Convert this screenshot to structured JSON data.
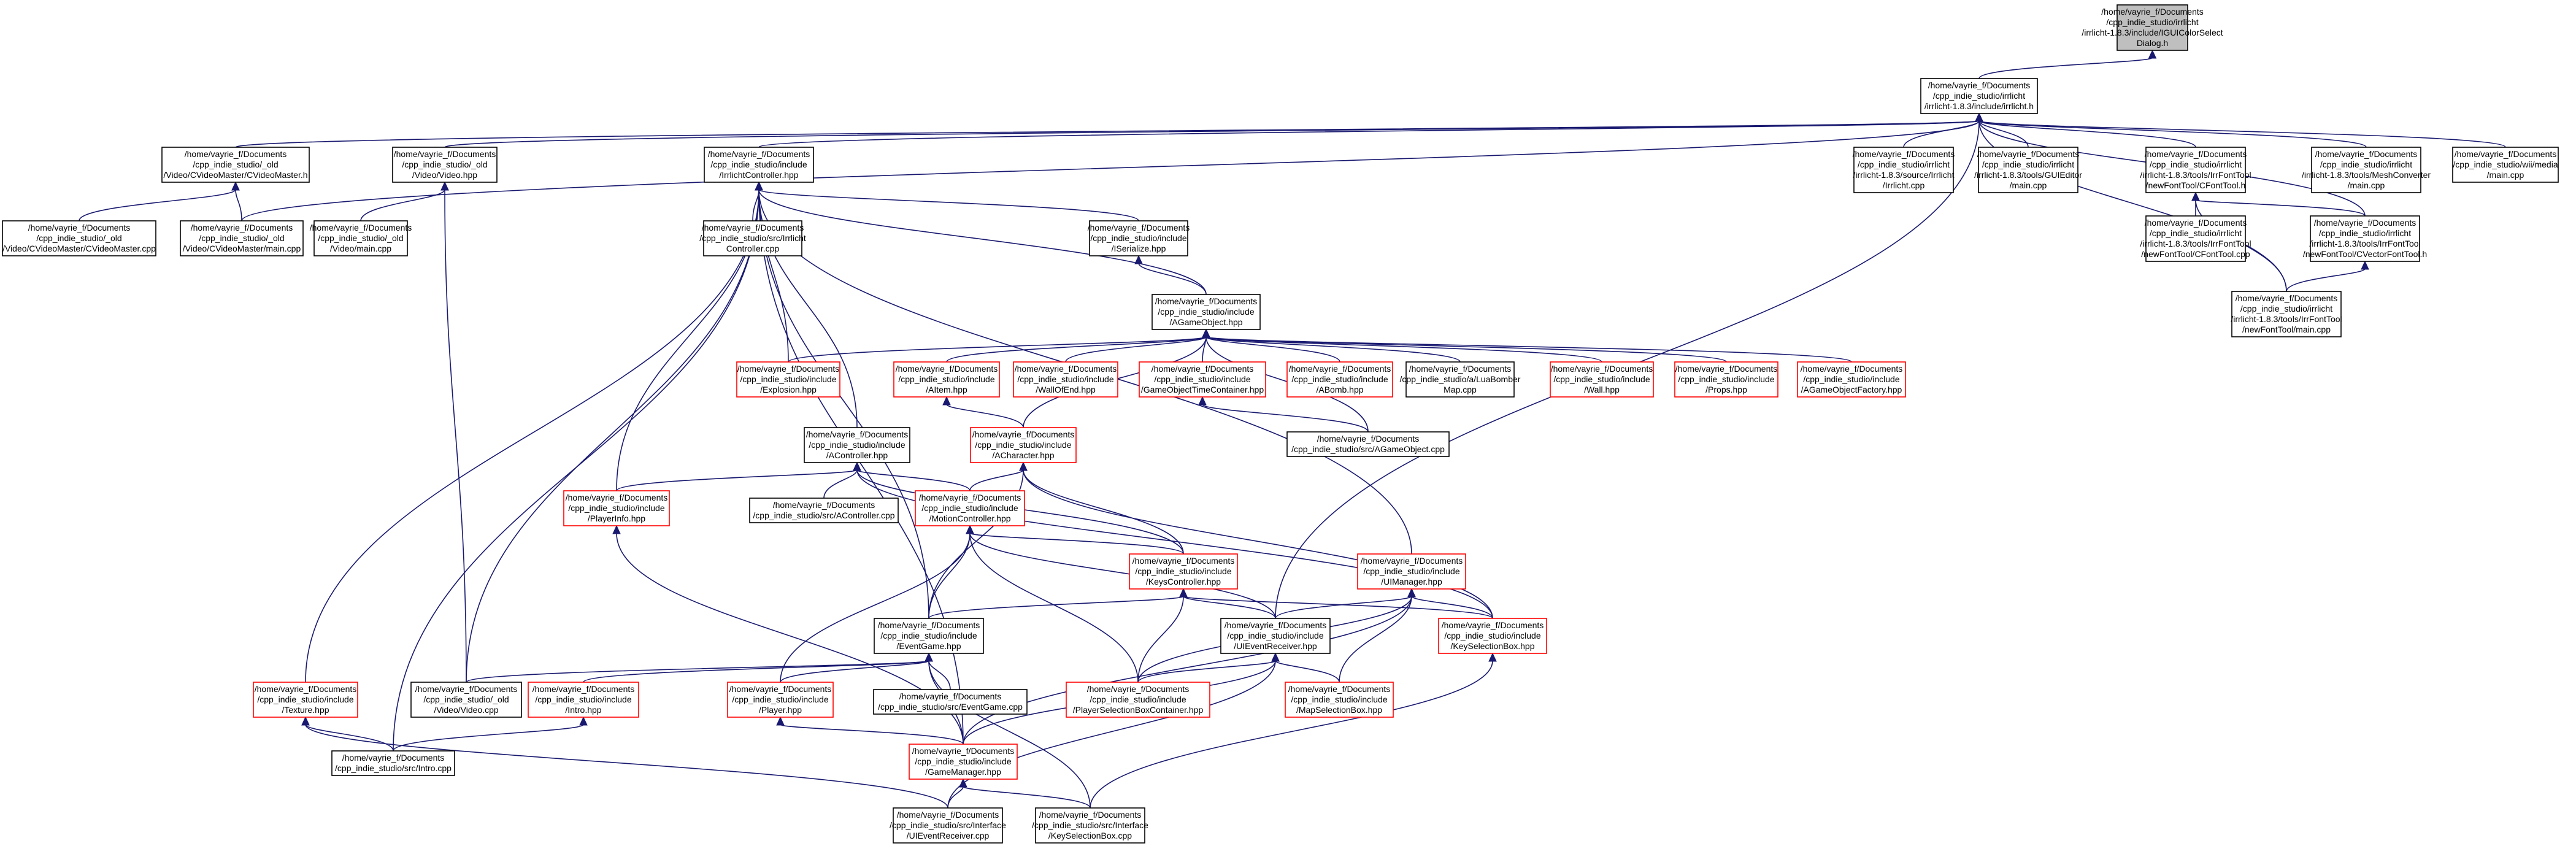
{
  "colors": {
    "edge": "#191970",
    "root_fill": "#bfbfbf",
    "node_fill": "#ffffff",
    "border_documented": "#000000",
    "border_undocumented": "#ff0000"
  },
  "nodes": [
    {
      "id": "gui_color_select",
      "lines": [
        "/home/vayrie_f/Documents",
        "/cpp_indie_studio/irrlicht",
        "/irrlicht-1.8.3/include/IGUIColorSelect",
        "Dialog.h"
      ],
      "style": "root"
    },
    {
      "id": "irrlicht_h",
      "lines": [
        "/home/vayrie_f/Documents",
        "/cpp_indie_studio/irrlicht",
        "/irrlicht-1.8.3/include/irrlicht.h"
      ],
      "style": "black"
    },
    {
      "id": "cvideomaster_h",
      "lines": [
        "/home/vayrie_f/Documents",
        "/cpp_indie_studio/_old",
        "/Video/CVideoMaster/CVideoMaster.h"
      ],
      "style": "black"
    },
    {
      "id": "video_hpp",
      "lines": [
        "/home/vayrie_f/Documents",
        "/cpp_indie_studio/_old",
        "/Video/Video.hpp"
      ],
      "style": "black"
    },
    {
      "id": "irrlichtcontroller_hpp",
      "lines": [
        "/home/vayrie_f/Documents",
        "/cpp_indie_studio/include",
        "/IrrlichtController.hpp"
      ],
      "style": "black"
    },
    {
      "id": "irrlicht_cpp",
      "lines": [
        "/home/vayrie_f/Documents",
        "/cpp_indie_studio/irrlicht",
        "/irrlicht-1.8.3/source/Irrlicht",
        "/Irrlicht.cpp"
      ],
      "style": "black"
    },
    {
      "id": "guieditor_main",
      "lines": [
        "/home/vayrie_f/Documents",
        "/cpp_indie_studio/irrlicht",
        "/irrlicht-1.8.3/tools/GUIEditor",
        "/main.cpp"
      ],
      "style": "black"
    },
    {
      "id": "cfonttool_h",
      "lines": [
        "/home/vayrie_f/Documents",
        "/cpp_indie_studio/irrlicht",
        "/irrlicht-1.8.3/tools/IrrFontTool",
        "/newFontTool/CFontTool.h"
      ],
      "style": "black"
    },
    {
      "id": "meshconverter_main",
      "lines": [
        "/home/vayrie_f/Documents",
        "/cpp_indie_studio/irrlicht",
        "/irrlicht-1.8.3/tools/MeshConverter",
        "/main.cpp"
      ],
      "style": "black"
    },
    {
      "id": "wiimedia_main",
      "lines": [
        "/home/vayrie_f/Documents",
        "/cpp_indie_studio/wii/media",
        "/main.cpp"
      ],
      "style": "black"
    },
    {
      "id": "cvideomaster_cpp",
      "lines": [
        "/home/vayrie_f/Documents",
        "/cpp_indie_studio/_old",
        "/Video/CVideoMaster/CVideoMaster.cpp"
      ],
      "style": "black"
    },
    {
      "id": "cvideomaster_main",
      "lines": [
        "/home/vayrie_f/Documents",
        "/cpp_indie_studio/_old",
        "/Video/CVideoMaster/main.cpp"
      ],
      "style": "black"
    },
    {
      "id": "video_main",
      "lines": [
        "/home/vayrie_f/Documents",
        "/cpp_indie_studio/_old",
        "/Video/main.cpp"
      ],
      "style": "black"
    },
    {
      "id": "irrlichtcontroller_cpp",
      "lines": [
        "/home/vayrie_f/Documents",
        "/cpp_indie_studio/src/Irrlicht",
        "Controller.cpp"
      ],
      "style": "black"
    },
    {
      "id": "iserialize_hpp",
      "lines": [
        "/home/vayrie_f/Documents",
        "/cpp_indie_studio/include",
        "/ISerialize.hpp"
      ],
      "style": "black"
    },
    {
      "id": "cfonttool_cpp",
      "lines": [
        "/home/vayrie_f/Documents",
        "/cpp_indie_studio/irrlicht",
        "/irrlicht-1.8.3/tools/IrrFontTool",
        "/newFontTool/CFontTool.cpp"
      ],
      "style": "black"
    },
    {
      "id": "cvectorfonttool_h",
      "lines": [
        "/home/vayrie_f/Documents",
        "/cpp_indie_studio/irrlicht",
        "/irrlicht-1.8.3/tools/IrrFontTool",
        "/newFontTool/CVectorFontTool.h"
      ],
      "style": "black"
    },
    {
      "id": "agameobject_hpp",
      "lines": [
        "/home/vayrie_f/Documents",
        "/cpp_indie_studio/include",
        "/AGameObject.hpp"
      ],
      "style": "black"
    },
    {
      "id": "newfonttool_main",
      "lines": [
        "/home/vayrie_f/Documents",
        "/cpp_indie_studio/irrlicht",
        "/irrlicht-1.8.3/tools/IrrFontTool",
        "/newFontTool/main.cpp"
      ],
      "style": "black"
    },
    {
      "id": "explosion_hpp",
      "lines": [
        "/home/vayrie_f/Documents",
        "/cpp_indie_studio/include",
        "/Explosion.hpp"
      ],
      "style": "red"
    },
    {
      "id": "aitem_hpp",
      "lines": [
        "/home/vayrie_f/Documents",
        "/cpp_indie_studio/include",
        "/AItem.hpp"
      ],
      "style": "red"
    },
    {
      "id": "wallofend_hpp",
      "lines": [
        "/home/vayrie_f/Documents",
        "/cpp_indie_studio/include",
        "/WallOfEnd.hpp"
      ],
      "style": "red"
    },
    {
      "id": "gameobjecttimecontainer_hpp",
      "lines": [
        "/home/vayrie_f/Documents",
        "/cpp_indie_studio/include",
        "/GameObjectTimeContainer.hpp"
      ],
      "style": "red"
    },
    {
      "id": "abomb_hpp",
      "lines": [
        "/home/vayrie_f/Documents",
        "/cpp_indie_studio/include",
        "/ABomb.hpp"
      ],
      "style": "red"
    },
    {
      "id": "luabombermap_cpp",
      "lines": [
        "/home/vayrie_f/Documents",
        "/cpp_indie_studio/a/LuaBomber",
        "Map.cpp"
      ],
      "style": "black"
    },
    {
      "id": "wall_hpp",
      "lines": [
        "/home/vayrie_f/Documents",
        "/cpp_indie_studio/include",
        "/Wall.hpp"
      ],
      "style": "red"
    },
    {
      "id": "props_hpp",
      "lines": [
        "/home/vayrie_f/Documents",
        "/cpp_indie_studio/include",
        "/Props.hpp"
      ],
      "style": "red"
    },
    {
      "id": "agameobjectfactory_hpp",
      "lines": [
        "/home/vayrie_f/Documents",
        "/cpp_indie_studio/include",
        "/AGameObjectFactory.hpp"
      ],
      "style": "red"
    },
    {
      "id": "acontroller_hpp",
      "lines": [
        "/home/vayrie_f/Documents",
        "/cpp_indie_studio/include",
        "/AController.hpp"
      ],
      "style": "black"
    },
    {
      "id": "acharacter_hpp",
      "lines": [
        "/home/vayrie_f/Documents",
        "/cpp_indie_studio/include",
        "/ACharacter.hpp"
      ],
      "style": "red"
    },
    {
      "id": "agameobject_cpp",
      "lines": [
        "/home/vayrie_f/Documents",
        "/cpp_indie_studio/src/AGameObject.cpp"
      ],
      "style": "black"
    },
    {
      "id": "playerinfo_hpp",
      "lines": [
        "/home/vayrie_f/Documents",
        "/cpp_indie_studio/include",
        "/PlayerInfo.hpp"
      ],
      "style": "red"
    },
    {
      "id": "acontroller_cpp",
      "lines": [
        "/home/vayrie_f/Documents",
        "/cpp_indie_studio/src/AController.cpp"
      ],
      "style": "black"
    },
    {
      "id": "motioncontroller_hpp",
      "lines": [
        "/home/vayrie_f/Documents",
        "/cpp_indie_studio/include",
        "/MotionController.hpp"
      ],
      "style": "red"
    },
    {
      "id": "keyscontroller_hpp",
      "lines": [
        "/home/vayrie_f/Documents",
        "/cpp_indie_studio/include",
        "/KeysController.hpp"
      ],
      "style": "red"
    },
    {
      "id": "uimanager_hpp",
      "lines": [
        "/home/vayrie_f/Documents",
        "/cpp_indie_studio/include",
        "/UIManager.hpp"
      ],
      "style": "red"
    },
    {
      "id": "eventgame_hpp",
      "lines": [
        "/home/vayrie_f/Documents",
        "/cpp_indie_studio/include",
        "/EventGame.hpp"
      ],
      "style": "black"
    },
    {
      "id": "uieventreceiver_hpp",
      "lines": [
        "/home/vayrie_f/Documents",
        "/cpp_indie_studio/include",
        "/UIEventReceiver.hpp"
      ],
      "style": "black"
    },
    {
      "id": "keyselectionbox_hpp",
      "lines": [
        "/home/vayrie_f/Documents",
        "/cpp_indie_studio/include",
        "/KeySelectionBox.hpp"
      ],
      "style": "red"
    },
    {
      "id": "texture_hpp",
      "lines": [
        "/home/vayrie_f/Documents",
        "/cpp_indie_studio/include",
        "/Texture.hpp"
      ],
      "style": "red"
    },
    {
      "id": "video_cpp",
      "lines": [
        "/home/vayrie_f/Documents",
        "/cpp_indie_studio/_old",
        "/Video/Video.cpp"
      ],
      "style": "black"
    },
    {
      "id": "intro_hpp",
      "lines": [
        "/home/vayrie_f/Documents",
        "/cpp_indie_studio/include",
        "/Intro.hpp"
      ],
      "style": "red"
    },
    {
      "id": "player_hpp",
      "lines": [
        "/home/vayrie_f/Documents",
        "/cpp_indie_studio/include",
        "/Player.hpp"
      ],
      "style": "red"
    },
    {
      "id": "eventgame_cpp",
      "lines": [
        "/home/vayrie_f/Documents",
        "/cpp_indie_studio/src/EventGame.cpp"
      ],
      "style": "black"
    },
    {
      "id": "playerselectionboxcontainer_hpp",
      "lines": [
        "/home/vayrie_f/Documents",
        "/cpp_indie_studio/include",
        "/PlayerSelectionBoxContainer.hpp"
      ],
      "style": "red"
    },
    {
      "id": "mapselectionbox_hpp",
      "lines": [
        "/home/vayrie_f/Documents",
        "/cpp_indie_studio/include",
        "/MapSelectionBox.hpp"
      ],
      "style": "red"
    },
    {
      "id": "intro_cpp",
      "lines": [
        "/home/vayrie_f/Documents",
        "/cpp_indie_studio/src/Intro.cpp"
      ],
      "style": "black"
    },
    {
      "id": "gamemanager_hpp",
      "lines": [
        "/home/vayrie_f/Documents",
        "/cpp_indie_studio/include",
        "/GameManager.hpp"
      ],
      "style": "red"
    },
    {
      "id": "uieventreceiver_cpp",
      "lines": [
        "/home/vayrie_f/Documents",
        "/cpp_indie_studio/src/Interface",
        "/UIEventReceiver.cpp"
      ],
      "style": "black"
    },
    {
      "id": "keyselectionbox_cpp",
      "lines": [
        "/home/vayrie_f/Documents",
        "/cpp_indie_studio/src/Interface",
        "/KeySelectionBox.cpp"
      ],
      "style": "black"
    }
  ],
  "edges": [
    [
      "irrlicht_h",
      "gui_color_select"
    ],
    [
      "cvideomaster_h",
      "irrlicht_h"
    ],
    [
      "video_hpp",
      "irrlicht_h"
    ],
    [
      "irrlichtcontroller_hpp",
      "irrlicht_h"
    ],
    [
      "irrlicht_cpp",
      "irrlicht_h"
    ],
    [
      "guieditor_main",
      "irrlicht_h"
    ],
    [
      "cfonttool_h",
      "irrlicht_h"
    ],
    [
      "meshconverter_main",
      "irrlicht_h"
    ],
    [
      "wiimedia_main",
      "irrlicht_h"
    ],
    [
      "cvideomaster_main",
      "irrlicht_h"
    ],
    [
      "newfonttool_main",
      "irrlicht_h"
    ],
    [
      "cvectorfonttool_h",
      "irrlicht_h"
    ],
    [
      "uieventreceiver_hpp",
      "irrlicht_h"
    ],
    [
      "cvideomaster_cpp",
      "cvideomaster_h"
    ],
    [
      "cvideomaster_main",
      "cvideomaster_h"
    ],
    [
      "video_main",
      "video_hpp"
    ],
    [
      "video_cpp",
      "video_hpp"
    ],
    [
      "irrlichtcontroller_cpp",
      "irrlichtcontroller_hpp"
    ],
    [
      "iserialize_hpp",
      "irrlichtcontroller_hpp"
    ],
    [
      "agameobject_hpp",
      "irrlichtcontroller_hpp"
    ],
    [
      "explosion_hpp",
      "irrlichtcontroller_hpp"
    ],
    [
      "acontroller_hpp",
      "irrlichtcontroller_hpp"
    ],
    [
      "playerinfo_hpp",
      "irrlichtcontroller_hpp"
    ],
    [
      "eventgame_hpp",
      "irrlichtcontroller_hpp"
    ],
    [
      "texture_hpp",
      "irrlichtcontroller_hpp"
    ],
    [
      "video_cpp",
      "irrlichtcontroller_hpp"
    ],
    [
      "intro_cpp",
      "irrlichtcontroller_hpp"
    ],
    [
      "gamemanager_hpp",
      "irrlichtcontroller_hpp"
    ],
    [
      "uimanager_hpp",
      "irrlichtcontroller_hpp"
    ],
    [
      "cfonttool_cpp",
      "cfonttool_h"
    ],
    [
      "cvectorfonttool_h",
      "cfonttool_h"
    ],
    [
      "newfonttool_main",
      "cfonttool_h"
    ],
    [
      "newfonttool_main",
      "cvectorfonttool_h"
    ],
    [
      "agameobject_hpp",
      "iserialize_hpp"
    ],
    [
      "explosion_hpp",
      "agameobject_hpp"
    ],
    [
      "aitem_hpp",
      "agameobject_hpp"
    ],
    [
      "wallofend_hpp",
      "agameobject_hpp"
    ],
    [
      "gameobjecttimecontainer_hpp",
      "agameobject_hpp"
    ],
    [
      "abomb_hpp",
      "agameobject_hpp"
    ],
    [
      "luabombermap_cpp",
      "agameobject_hpp"
    ],
    [
      "wall_hpp",
      "agameobject_hpp"
    ],
    [
      "props_hpp",
      "agameobject_hpp"
    ],
    [
      "agameobjectfactory_hpp",
      "agameobject_hpp"
    ],
    [
      "acharacter_hpp",
      "agameobject_hpp"
    ],
    [
      "agameobject_cpp",
      "agameobject_hpp"
    ],
    [
      "acharacter_hpp",
      "aitem_hpp"
    ],
    [
      "agameobject_cpp",
      "gameobjecttimecontainer_hpp"
    ],
    [
      "playerinfo_hpp",
      "acontroller_hpp"
    ],
    [
      "acontroller_cpp",
      "acontroller_hpp"
    ],
    [
      "motioncontroller_hpp",
      "acontroller_hpp"
    ],
    [
      "keyscontroller_hpp",
      "acontroller_hpp"
    ],
    [
      "keyselectionbox_hpp",
      "acontroller_hpp"
    ],
    [
      "motioncontroller_hpp",
      "acharacter_hpp"
    ],
    [
      "keyscontroller_hpp",
      "acharacter_hpp"
    ],
    [
      "eventgame_hpp",
      "acharacter_hpp"
    ],
    [
      "keyselectionbox_hpp",
      "acharacter_hpp"
    ],
    [
      "keyscontroller_hpp",
      "motioncontroller_hpp"
    ],
    [
      "eventgame_hpp",
      "motioncontroller_hpp"
    ],
    [
      "player_hpp",
      "motioncontroller_hpp"
    ],
    [
      "playerselectionboxcontainer_hpp",
      "motioncontroller_hpp"
    ],
    [
      "uieventreceiver_hpp",
      "motioncontroller_hpp"
    ],
    [
      "eventgame_hpp",
      "keyscontroller_hpp"
    ],
    [
      "uieventreceiver_hpp",
      "keyscontroller_hpp"
    ],
    [
      "keyselectionbox_hpp",
      "keyscontroller_hpp"
    ],
    [
      "playerselectionboxcontainer_hpp",
      "keyscontroller_hpp"
    ],
    [
      "uieventreceiver_hpp",
      "uimanager_hpp"
    ],
    [
      "keyselectionbox_hpp",
      "uimanager_hpp"
    ],
    [
      "mapselectionbox_hpp",
      "uimanager_hpp"
    ],
    [
      "playerselectionboxcontainer_hpp",
      "uimanager_hpp"
    ],
    [
      "gamemanager_hpp",
      "uimanager_hpp"
    ],
    [
      "video_cpp",
      "eventgame_hpp"
    ],
    [
      "intro_hpp",
      "eventgame_hpp"
    ],
    [
      "player_hpp",
      "eventgame_hpp"
    ],
    [
      "eventgame_cpp",
      "eventgame_hpp"
    ],
    [
      "gamemanager_hpp",
      "eventgame_hpp"
    ],
    [
      "keyselectionbox_cpp",
      "eventgame_hpp"
    ],
    [
      "playerselectionboxcontainer_hpp",
      "uieventreceiver_hpp"
    ],
    [
      "mapselectionbox_hpp",
      "uieventreceiver_hpp"
    ],
    [
      "gamemanager_hpp",
      "uieventreceiver_hpp"
    ],
    [
      "uieventreceiver_cpp",
      "uieventreceiver_hpp"
    ],
    [
      "keyselectionbox_cpp",
      "keyselectionbox_hpp"
    ],
    [
      "intro_cpp",
      "intro_hpp"
    ],
    [
      "uieventreceiver_cpp",
      "texture_hpp"
    ],
    [
      "intro_cpp",
      "texture_hpp"
    ],
    [
      "gamemanager_hpp",
      "playerinfo_hpp"
    ],
    [
      "gamemanager_hpp",
      "player_hpp"
    ],
    [
      "uieventreceiver_cpp",
      "gamemanager_hpp"
    ],
    [
      "keyselectionbox_cpp",
      "gamemanager_hpp"
    ]
  ]
}
